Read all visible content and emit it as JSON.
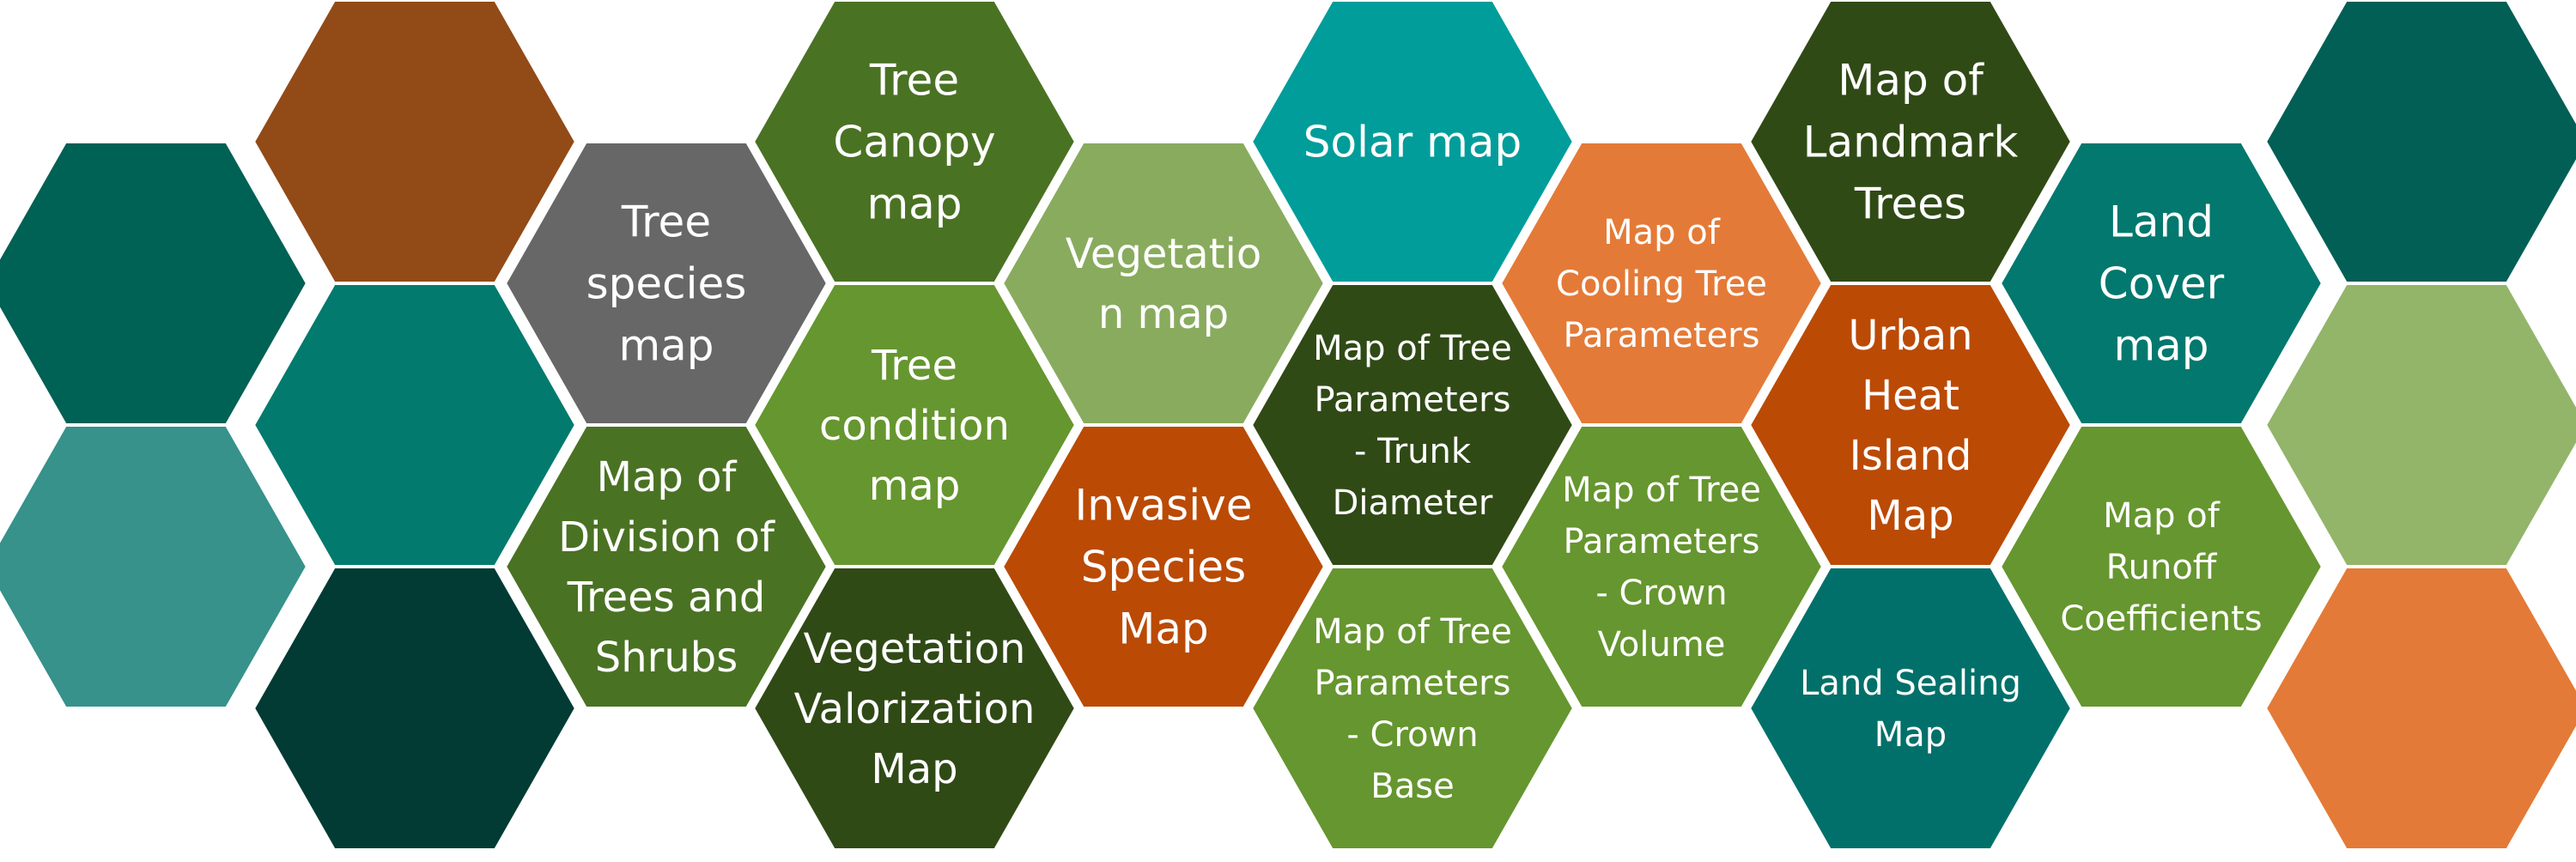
{
  "diagram": {
    "hexes": [
      {
        "id": "c0r0",
        "color": "#006155",
        "lines": []
      },
      {
        "id": "c0r1",
        "color": "#36928B",
        "lines": []
      },
      {
        "id": "c1r0",
        "color": "#924A17",
        "lines": []
      },
      {
        "id": "c1r1",
        "color": "#027A6E",
        "lines": []
      },
      {
        "id": "c1r2",
        "color": "#013B33",
        "lines": []
      },
      {
        "id": "c2r0",
        "color": "#676767",
        "lines": [
          "Tree",
          "species",
          "map"
        ]
      },
      {
        "id": "c2r1",
        "color": "#4A7223",
        "lines": [
          "Map of",
          "Division of",
          "Trees and",
          "Shrubs"
        ]
      },
      {
        "id": "c3r0",
        "color": "#4A7223",
        "lines": [
          "Tree",
          "Canopy",
          "map"
        ]
      },
      {
        "id": "c3r1",
        "color": "#66962F",
        "lines": [
          "Tree",
          "condition",
          "map"
        ]
      },
      {
        "id": "c3r2",
        "color": "#304A16",
        "lines": [
          "Vegetation",
          "Valorization",
          "Map"
        ]
      },
      {
        "id": "c4r0",
        "color": "#89AB5E",
        "lines": [
          "Vegetatio",
          "n map"
        ]
      },
      {
        "id": "c4r1",
        "color": "#BB4A05",
        "lines": [
          "Invasive",
          "Species",
          "Map"
        ]
      },
      {
        "id": "c5r0",
        "color": "#009D9A",
        "lines": [
          "Solar map"
        ]
      },
      {
        "id": "c5r1",
        "color": "#304A16",
        "lines": [
          "Map of Tree",
          "Parameters",
          "- Trunk",
          "Diameter"
        ]
      },
      {
        "id": "c5r2",
        "color": "#66962F",
        "lines": [
          "Map of Tree",
          "Parameters",
          "- Crown",
          "Base"
        ]
      },
      {
        "id": "c6r0",
        "color": "#E47A37",
        "lines": [
          "Map of",
          "Cooling Tree",
          "Parameters"
        ]
      },
      {
        "id": "c6r1",
        "color": "#66962F",
        "lines": [
          "Map of Tree",
          "Parameters",
          "- Crown",
          "Volume"
        ]
      },
      {
        "id": "c7r0",
        "color": "#304A16",
        "lines": [
          "Map of",
          "Landmark",
          "Trees"
        ]
      },
      {
        "id": "c7r1",
        "color": "#BB4A05",
        "lines": [
          "Urban",
          "Heat",
          "Island",
          "Map"
        ]
      },
      {
        "id": "c7r2",
        "color": "#02706A",
        "lines": [
          "Land Sealing",
          "Map"
        ]
      },
      {
        "id": "c8r0",
        "color": "#02786E",
        "lines": [
          "Land",
          "Cover",
          "map"
        ]
      },
      {
        "id": "c8r1",
        "color": "#66962F",
        "lines": [
          "Map of",
          "Runoff",
          "Coefficients"
        ]
      },
      {
        "id": "c9r0",
        "color": "#015F55",
        "lines": []
      },
      {
        "id": "c9r1",
        "color": "#92B56A",
        "lines": []
      },
      {
        "id": "c9r2",
        "color": "#E47A37",
        "lines": []
      }
    ]
  }
}
